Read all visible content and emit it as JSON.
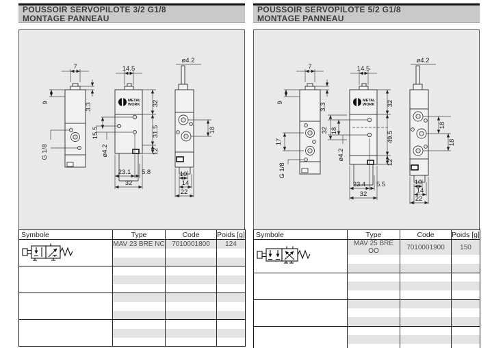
{
  "colors": {
    "header_bar": "#c9c9c9",
    "panel_bg": "#e9e9e9",
    "row_shade": "#e3e3e3",
    "rule": "#161616"
  },
  "sections": [
    {
      "title1": "POUSSOIR SERVOPILOTE 3/2 G1/8",
      "title2": "MONTAGE PANNEAU",
      "drawing": {
        "logo1": "METAL",
        "logo2": "WORK",
        "dims": {
          "v1_top": "7",
          "v1_left": "9",
          "v1_right": "3.3",
          "v1_port": "G 1/8",
          "v2_top": "14.5",
          "v2_r1": "32",
          "v2_r2": "31.5",
          "v2_r3": "12",
          "v2_l1": "15.5",
          "v2_l2": "ø4.2",
          "v2_b1": "23.1",
          "v2_b2": "5.8",
          "v2_b3": "32",
          "v3_top": "ø4.2",
          "v3_r1": "18",
          "v3_b1": "10",
          "v3_b2": "14",
          "v3_b3": "22"
        }
      },
      "table": {
        "headers": [
          "Symbole",
          "Type",
          "Code",
          "Poids [g]"
        ],
        "symbol_icon": "valve-3-2-pushbutton-spring-symbol",
        "row1": {
          "type": "MAV 23 BRE NC",
          "code": "7010001800",
          "poids": "124"
        }
      }
    },
    {
      "title1": "POUSSOIR SERVOPILOTE 5/2 G1/8",
      "title2": "MONTAGE PANNEAU",
      "drawing": {
        "logo1": "METAL",
        "logo2": "WORK",
        "dims": {
          "v1_top": "7",
          "v1_left": "9",
          "v1_right": "3.3",
          "v1_mid": "17",
          "v1_port": "G 1/8",
          "v2_top": "14.5",
          "v2_r1": "32",
          "v2_r2": "49.5",
          "v2_r3": "12",
          "v2_l1": "32",
          "v2_l2": "18",
          "v2_l3": "ø4.2",
          "v2_b1": "23.4",
          "v2_b2": "5.5",
          "v2_b3": "32",
          "v3_top": "ø4.2",
          "v3_r1": "18",
          "v3_r2": "18",
          "v3_b1": "10",
          "v3_b2": "14",
          "v3_b3": "22"
        }
      },
      "table": {
        "headers": [
          "Symbole",
          "Type",
          "Code",
          "Poids [g]"
        ],
        "symbol_icon": "valve-5-2-pushbutton-spring-symbol",
        "row1": {
          "type": "MAV 25 BRE OO",
          "code": "7010001900",
          "poids": "150"
        }
      }
    }
  ]
}
